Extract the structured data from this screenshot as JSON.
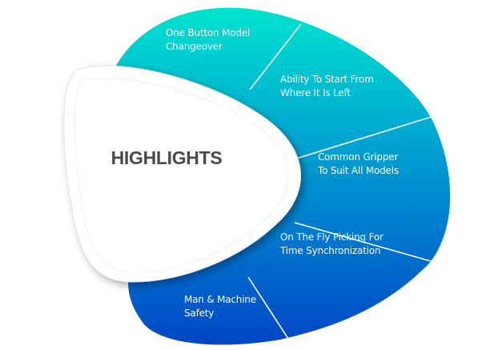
{
  "center": {
    "title": "HIGHLIGHTS"
  },
  "segments": [
    {
      "line1": "One Button Model",
      "line2": "Changeover"
    },
    {
      "line1": "Ability To Start From",
      "line2": "Where It Is Left"
    },
    {
      "line1": "Common Gripper",
      "line2": "To Suit All Models"
    },
    {
      "line1": "On The Fly Picking For",
      "line2": "Time Synchronization"
    },
    {
      "line1": "Man & Machine",
      "line2": "Safety"
    }
  ],
  "colors": {
    "gradient_top": "#00e3cf",
    "gradient_bottom": "#0046c6",
    "title": "#4a4a4a"
  }
}
